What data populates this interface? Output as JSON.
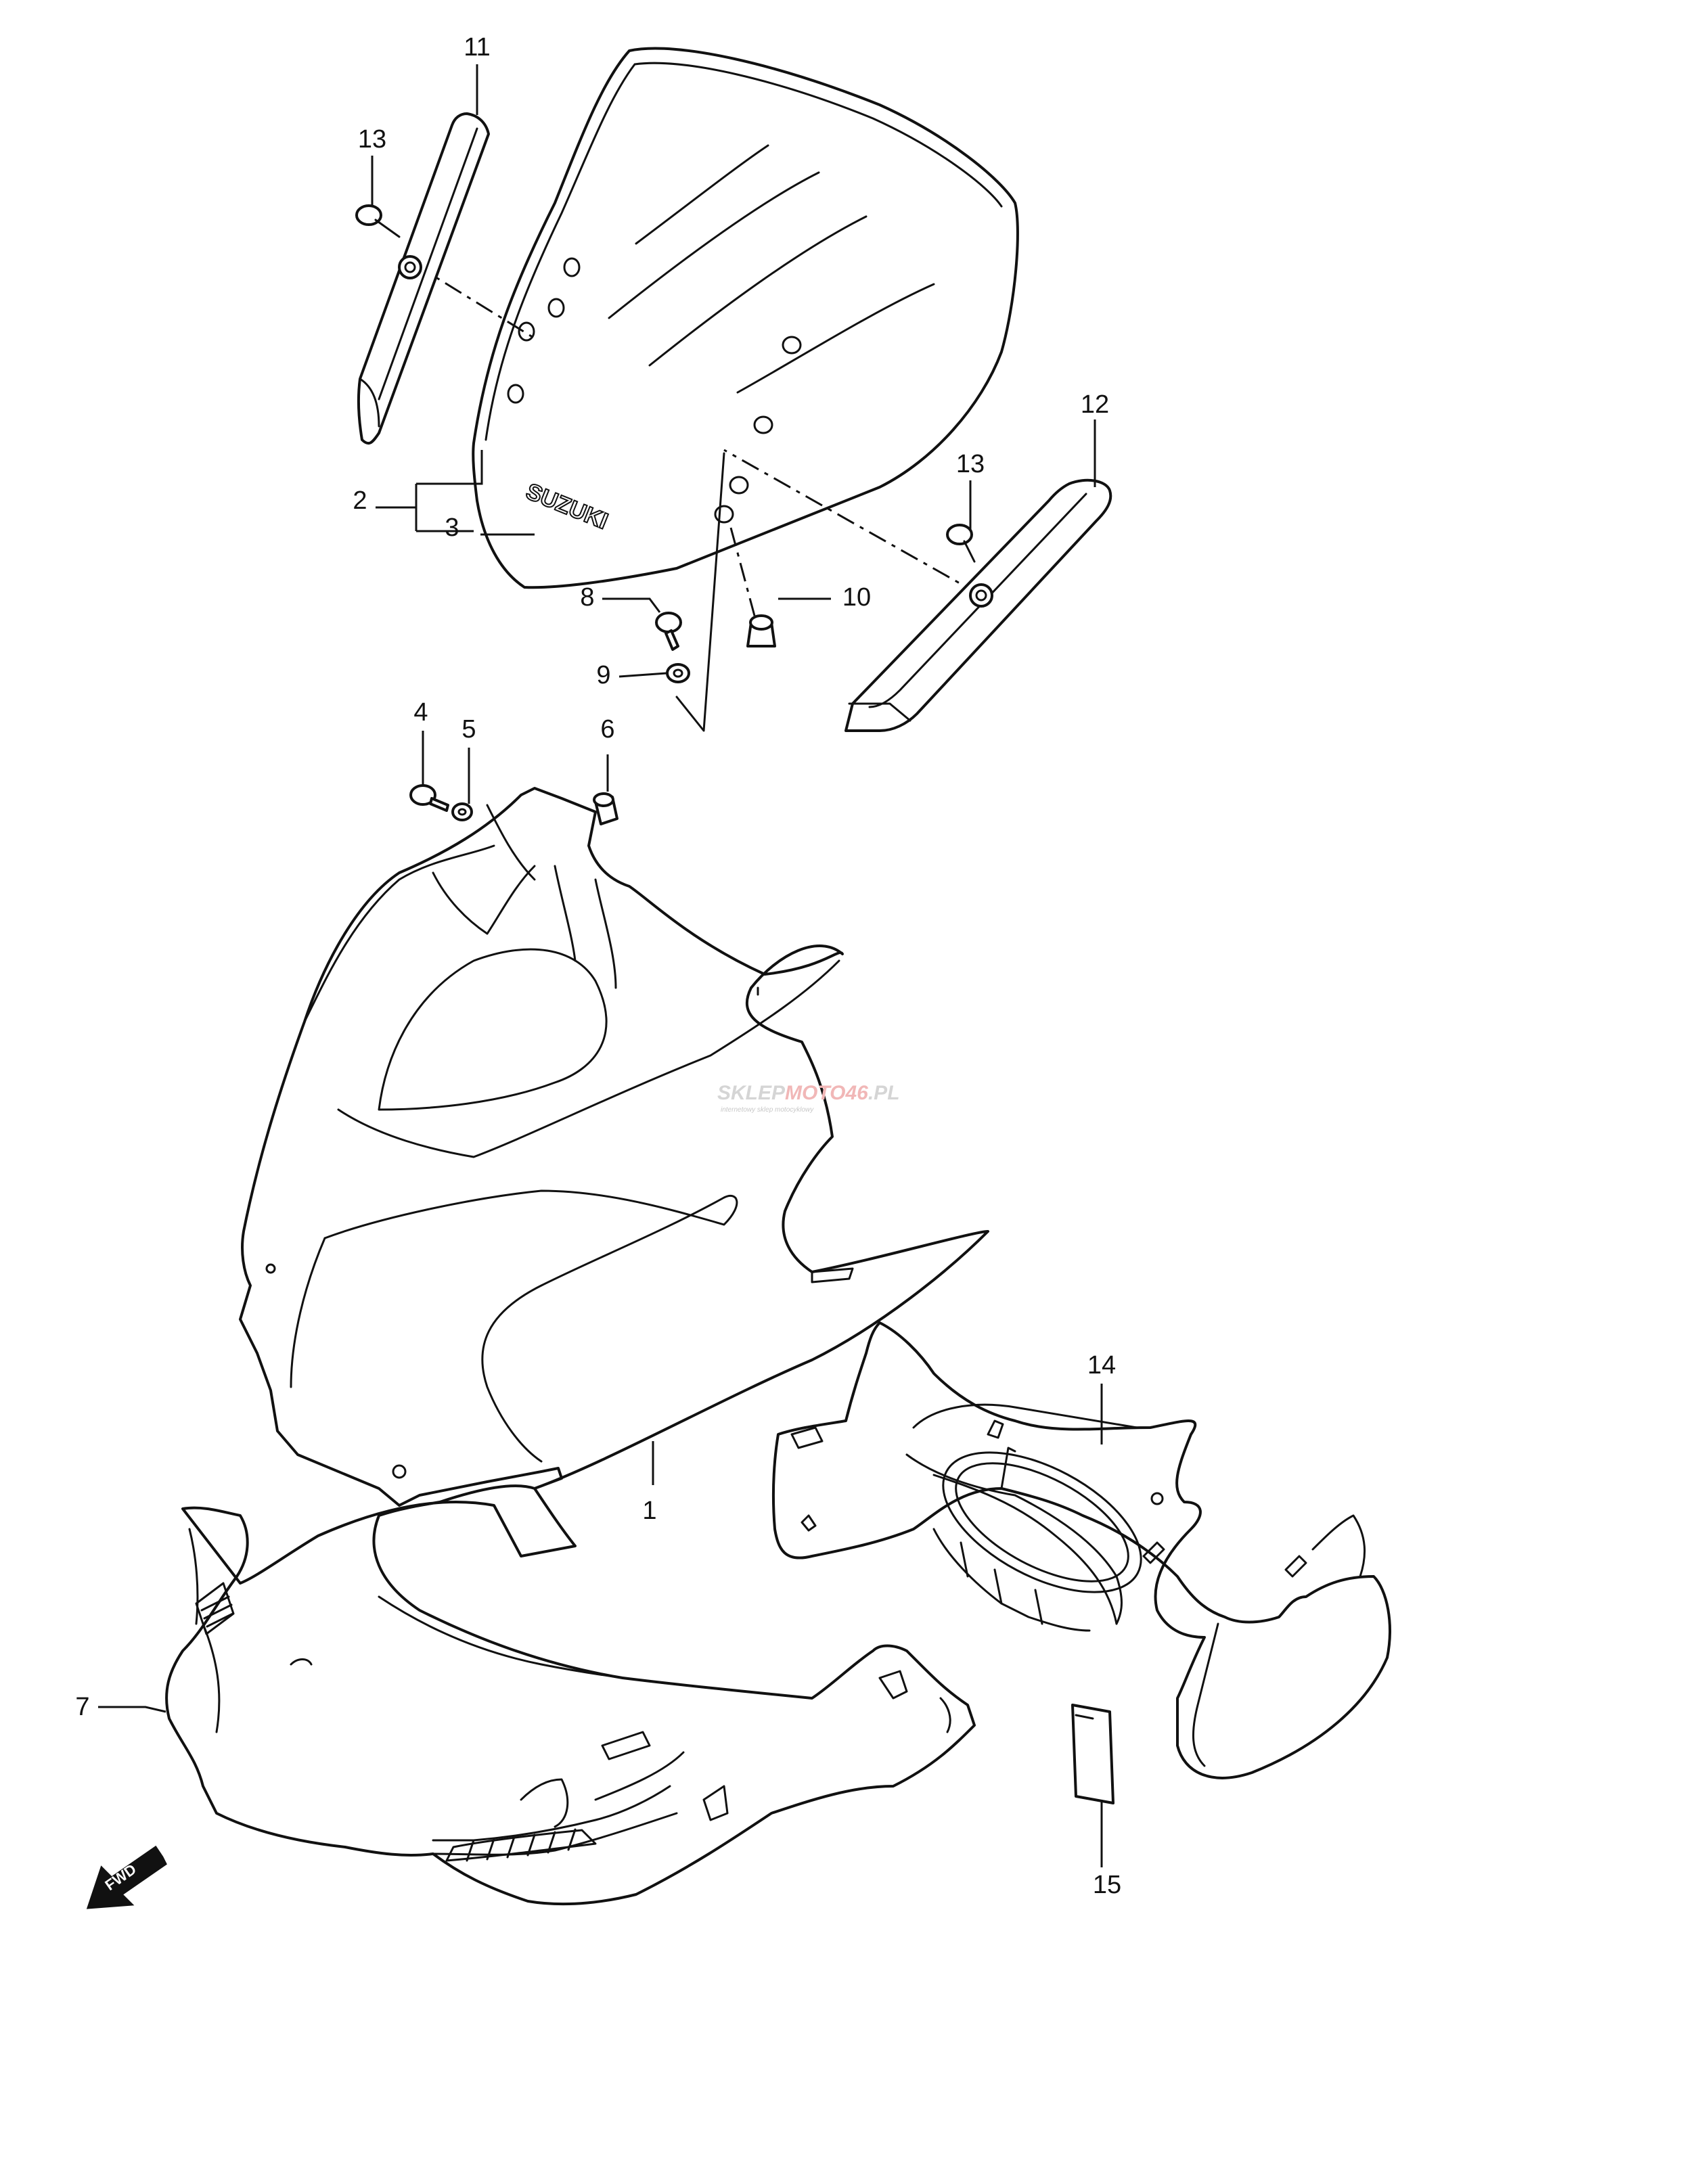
{
  "callouts": {
    "c1": "1",
    "c2": "2",
    "c3": "3",
    "c4": "4",
    "c5": "5",
    "c6": "6",
    "c7": "7",
    "c8": "8",
    "c9": "9",
    "c10": "10",
    "c11": "11",
    "c12": "12",
    "c13a": "13",
    "c13b": "13",
    "c14": "14",
    "c15": "15"
  },
  "brand_mark": "SUZUKI",
  "direction_arrow": "FWD",
  "watermark": {
    "part1": "SKLEP",
    "part2": "MOTO46",
    "part3": ".PL",
    "tagline": "internetowy sklep motocyklowy"
  },
  "colors": {
    "line": "#111111",
    "background": "#ffffff",
    "watermark_gray": "#d5d5d5",
    "watermark_red": "#f1b7b7"
  }
}
